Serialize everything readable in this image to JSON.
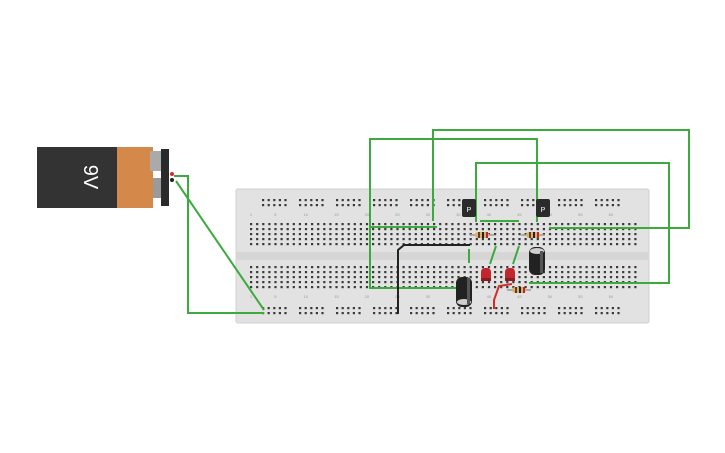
{
  "battery": {
    "label": "9V"
  },
  "breadboard": {
    "column_numbers": [
      "1",
      "5",
      "10",
      "15",
      "20",
      "25",
      "30",
      "35",
      "40",
      "45",
      "50",
      "55",
      "60"
    ]
  },
  "transistors": [
    {
      "label": "P"
    },
    {
      "label": "P"
    }
  ],
  "colors": {
    "wire_green": "#3daa3d",
    "wire_red": "#d42b2b",
    "wire_black": "#222222",
    "battery_body": "#333333",
    "battery_cap": "#d4894a",
    "breadboard": "#e2e2e2",
    "led": "#c0262b"
  }
}
